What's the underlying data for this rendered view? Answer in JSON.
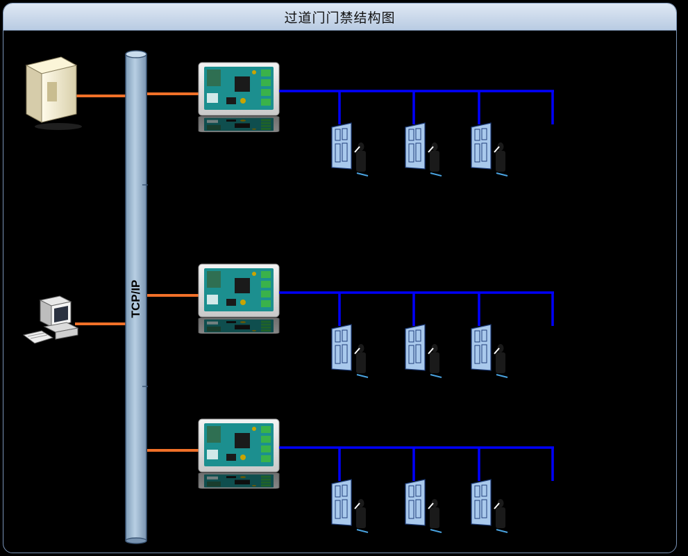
{
  "title": "过道门门禁结构图",
  "bus": {
    "label": "TCP/IP",
    "color": "#9db8d2"
  },
  "colors": {
    "ethernet_link": "#f07028",
    "door_bus": "#0000ff",
    "door": "#a9c9ec"
  },
  "icons": {
    "server": "server-icon",
    "workstation": "workstation-icon",
    "controller": "controller-board-icon",
    "door": "door-icon"
  },
  "controllers": [
    {
      "doors": 3
    },
    {
      "doors": 3
    },
    {
      "doors": 3
    }
  ]
}
